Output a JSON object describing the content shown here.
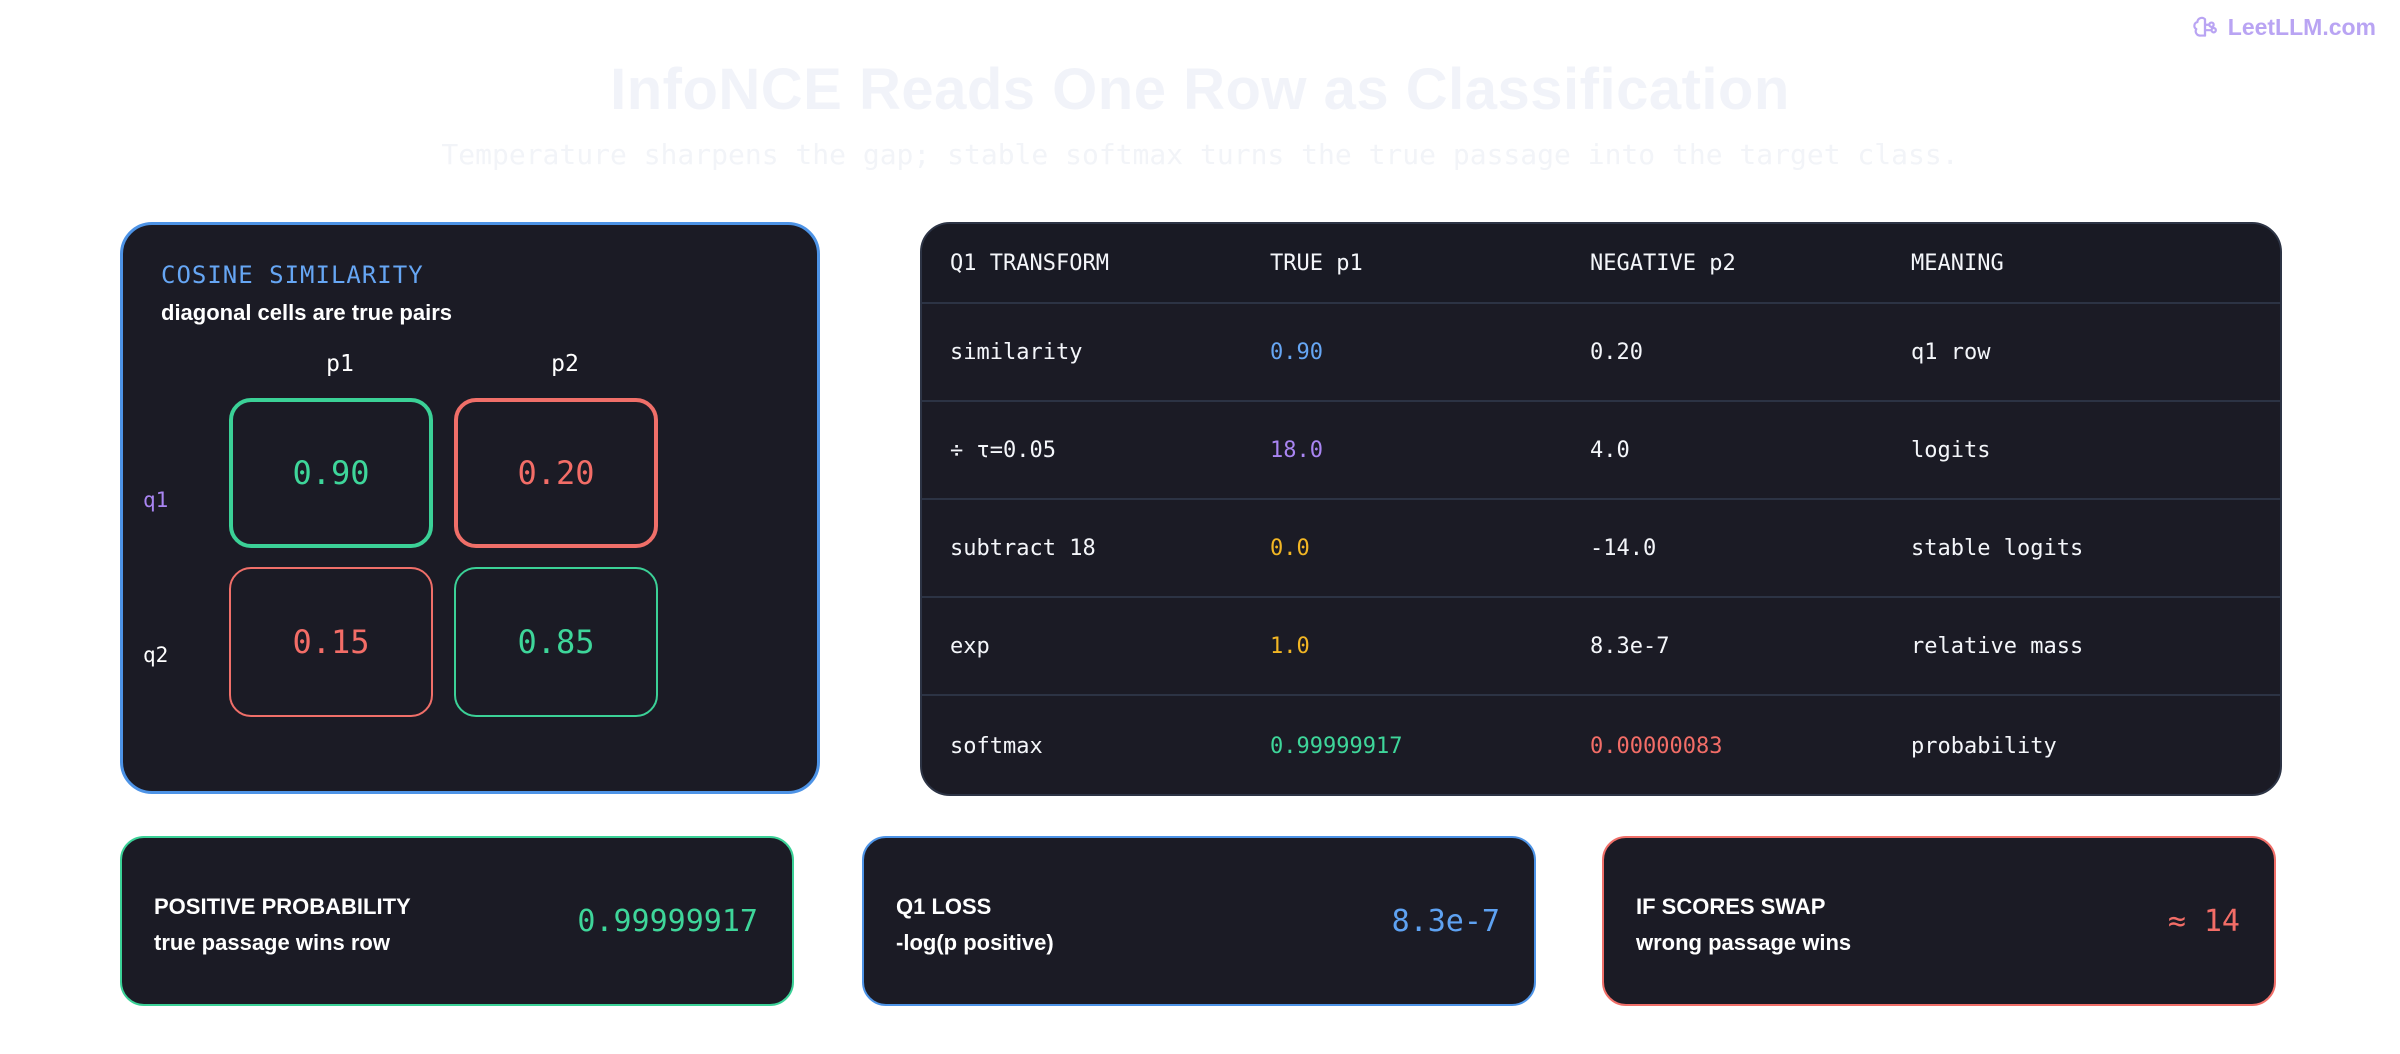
{
  "brand": {
    "name": "LeetLLM.com",
    "color": "#b9a4f3"
  },
  "header": {
    "title": "InfoNCE Reads One Row as Classification",
    "subtitle": "Temperature sharpens the gap; stable softmax turns the true passage into the target class."
  },
  "similarity": {
    "kicker": "COSINE SIMILARITY",
    "subtitle": "diagonal cells are true pairs",
    "columns": [
      "p1",
      "p2"
    ],
    "rows": [
      "q1",
      "q2"
    ],
    "cells": [
      [
        "0.90",
        "0.20"
      ],
      [
        "0.15",
        "0.85"
      ]
    ]
  },
  "table": {
    "headers": [
      "Q1 TRANSFORM",
      "TRUE p1",
      "NEGATIVE p2",
      "MEANING"
    ],
    "rows": [
      [
        "similarity",
        "0.90",
        "0.20",
        "q1 row"
      ],
      [
        "÷ τ=0.05",
        "18.0",
        "4.0",
        "logits"
      ],
      [
        "subtract 18",
        "0.0",
        "-14.0",
        "stable logits"
      ],
      [
        "exp",
        "1.0",
        "8.3e-7",
        "relative mass"
      ],
      [
        "softmax",
        "0.99999917",
        "0.00000083",
        "probability"
      ]
    ]
  },
  "cards": [
    {
      "label": "POSITIVE PROBABILITY",
      "sub": "true passage wins row",
      "value": "0.99999917"
    },
    {
      "label": "Q1 LOSS",
      "sub": "-log(p positive)",
      "value": "8.3e-7"
    },
    {
      "label": "IF SCORES SWAP",
      "sub": "wrong passage wins",
      "value": "≈ 14"
    }
  ],
  "colors": {
    "background": "#ffffff",
    "panel": "#1b1b25",
    "blue": "#4d93e6",
    "green": "#3bd197",
    "red": "#f06f69",
    "purple": "#a985f2",
    "yellow": "#f2b624"
  }
}
